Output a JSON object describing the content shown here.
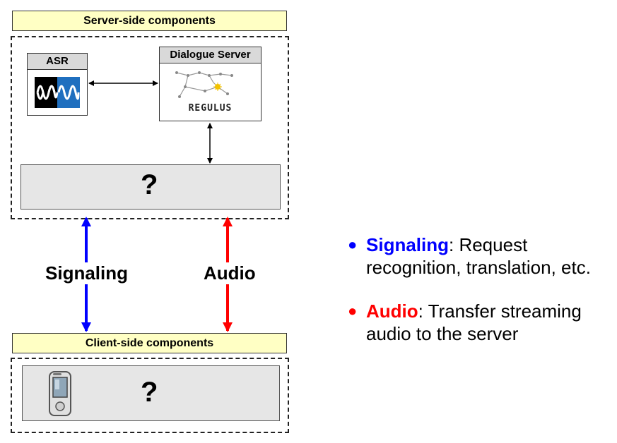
{
  "server": {
    "header": "Server-side components",
    "placeholder": "?"
  },
  "asr": {
    "label": "ASR"
  },
  "dialogue": {
    "label": "Dialogue Server",
    "logo_text": "REGULUS"
  },
  "arrows": {
    "signaling_label": "Signaling",
    "audio_label": "Audio"
  },
  "client": {
    "header": "Client-side components",
    "placeholder": "?"
  },
  "notes": [
    {
      "term": "Signaling",
      "text": ": Request recognition, translation, etc.",
      "color": "#0000ff"
    },
    {
      "term": "Audio",
      "text": ": Transfer streaming audio to the server",
      "color": "#ff0000"
    }
  ],
  "colors": {
    "signaling": "#0000ff",
    "audio": "#ff0000",
    "header_fill": "#ffffc4"
  },
  "icons": {
    "asr": "waveform-icon",
    "dialogue": "constellation-logo-icon",
    "client": "pda-device-icon"
  }
}
